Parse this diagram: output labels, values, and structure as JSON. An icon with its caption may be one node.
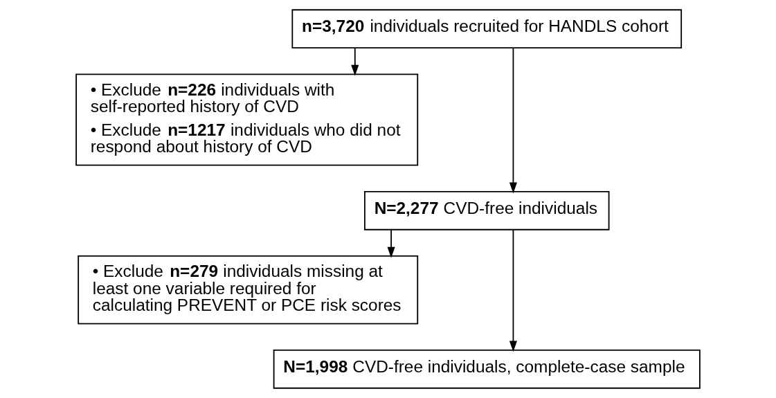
{
  "diagram": {
    "nodes": [
      {
        "text": [
          "**n=3,720** individuals recruited for HANDLS cohort"
        ]
      },
      {
        "text": [
          "• Exclude **n=226** individuals with self-reported history of CVD",
          "• Exclude **n=1217** individuals who did not respond about history of CVD"
        ]
      },
      {
        "text": [
          "**N=2,277** CVD-free individuals"
        ]
      },
      {
        "text": [
          "• Exclude **n=279** individuals missing at least one variable required for calculating PREVENT or PCE risk scores"
        ]
      },
      {
        "text": [
          "**N=1,998** CVD-free individuals, complete-case sample"
        ]
      }
    ],
    "edges": [
      {
        "from": 0,
        "to": 2,
        "arrow": "to"
      },
      {
        "from": 0,
        "to": 1,
        "arrow": "to"
      },
      {
        "from": 2,
        "to": 4,
        "arrow": "to"
      },
      {
        "from": 2,
        "to": 3,
        "arrow": "to"
      }
    ]
  }
}
